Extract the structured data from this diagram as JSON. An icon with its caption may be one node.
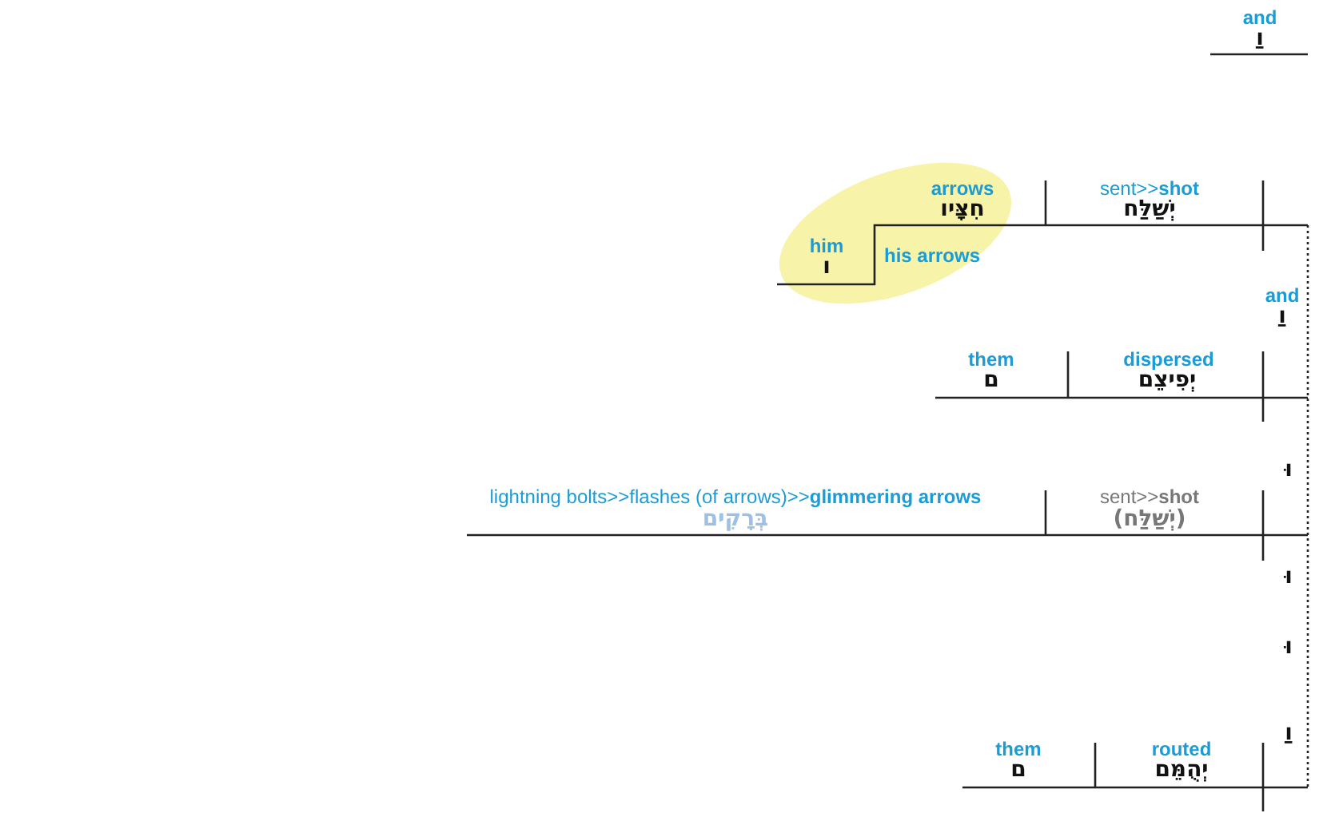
{
  "diagram": {
    "labels": [
      "and",
      "וַ",
      "arrows",
      "חִצָּיו",
      "sent>>**shot**",
      "יְשַׁלַּח",
      "him",
      "ו",
      "his arrows",
      "and",
      "וַ",
      "them",
      "ם",
      "dispersed",
      "יְפִיצֵם",
      "וּ",
      "lightning bolts>>flashes (of arrows)>>**glimmering arrows**",
      "בְּרָקִים",
      "sent>>**shot**",
      "(יְשַׁלַּח)",
      "וּ",
      "וּ",
      "וַ",
      "them",
      "ם",
      "routed",
      "יְהֻמֵּם"
    ]
  }
}
